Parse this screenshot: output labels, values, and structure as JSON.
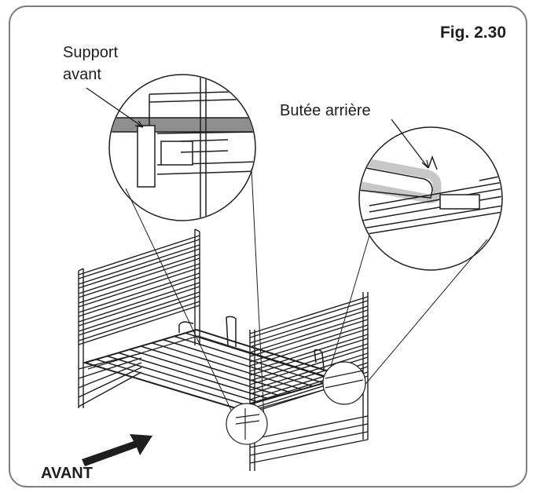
{
  "figure_label": "Fig. 2.30",
  "callouts": {
    "front_support_line1": "Support",
    "front_support_line2": "avant",
    "rear_stop": "Butée arrière"
  },
  "front_label": "AVANT",
  "colors": {
    "ink": "#1e1e1e",
    "frame": "#7d7d7d",
    "shelf_runner": "#8f8f8f",
    "background": "#ffffff"
  }
}
